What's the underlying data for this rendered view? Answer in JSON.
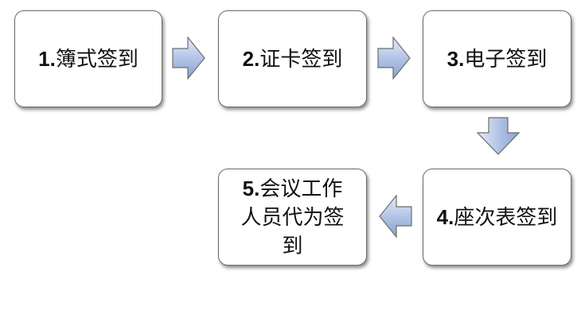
{
  "diagram": {
    "steps": [
      {
        "num": "1.",
        "text": "簿式签到"
      },
      {
        "num": "2.",
        "text": "证卡签到"
      },
      {
        "num": "3.",
        "text": "电子签到"
      },
      {
        "num": "4.",
        "text": "座次表签到"
      },
      {
        "num": "5.",
        "text": "会议工作人员代为签到"
      }
    ],
    "colors": {
      "arrow_light": "#dbe4f4",
      "arrow_dark": "#8fa6d2",
      "arrow_outline": "#6c6c6c",
      "box_border": "#6b6b6b"
    }
  }
}
